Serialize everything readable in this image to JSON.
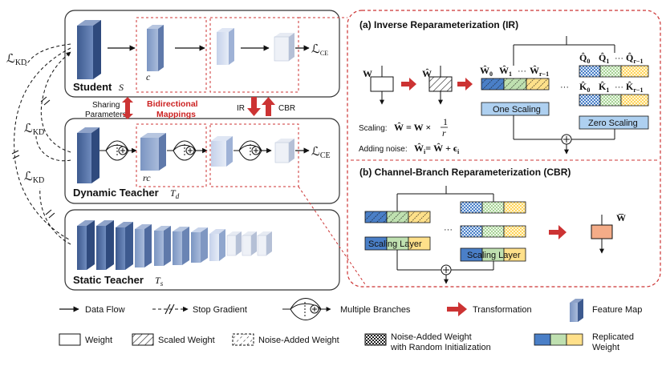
{
  "colors": {
    "feature_dark": "#4f6a9f",
    "feature_mid": "#8fa7cc",
    "feature_light": "#d6def0",
    "red_accent": "#cc3333",
    "blue_block": "#4a7fc7",
    "green_block": "#bfe0b0",
    "yellow_block": "#ffe08a",
    "orange_weight": "#f4ac88"
  },
  "student": {
    "title": "Student",
    "var": "S",
    "c_label": "c",
    "loss_ce": "ℒ",
    "loss_ce_sub": "CE"
  },
  "dynamic": {
    "title": "Dynamic Teacher",
    "var": "T",
    "var_sub": "d",
    "rc_label": "rc",
    "loss_ce": "ℒ",
    "loss_ce_sub": "CE"
  },
  "static": {
    "title": "Static Teacher",
    "var": "T",
    "var_sub": "s"
  },
  "middle": {
    "sharing_1": "Sharing",
    "sharing_2": "Parameters",
    "bidirectional_1": "Bidirectional",
    "bidirectional_2": "Mappings",
    "ir": "IR",
    "cbr": "CBR"
  },
  "losses": {
    "kd_top": "ℒ",
    "kd_mid": "ℒ",
    "kd_bot": "ℒ",
    "kd_sub": "KD",
    "kd_bot_sub": "KD"
  },
  "panel_a": {
    "title": "(a) Inverse Reparameterization (IR)",
    "w": "W",
    "w_hat": "Ŵ",
    "w0": "Ŵ",
    "w1": "Ŵ",
    "wr": "Ŵ",
    "dots": "···",
    "q0": "Q̂",
    "q1": "Q̂",
    "qr": "Q̂",
    "k0": "K̂",
    "k1": "K̂",
    "kr": "K̂",
    "one_scaling": "One Scaling",
    "zero_scaling": "Zero Scaling",
    "scaling_label": "Scaling:",
    "scaling_eq": "Ŵ = W ×",
    "scaling_num": "1",
    "scaling_den": "r",
    "noise_label": "Adding noise:",
    "noise_eq": "Ŵ",
    "noise_eq2": "= Ŵ + ϵ",
    "sub_0": "0",
    "sub_1": "1",
    "sub_r": "r−1",
    "sub_i": "i"
  },
  "panel_b": {
    "title": "(b) Channel-Branch Reparameterization (CBR)",
    "scaling_layer_1": "Scaling Layer",
    "scaling_layer_2": "Scaling Layer",
    "dots": "···",
    "w_bar": "W̅"
  },
  "legend": {
    "data_flow": "Data Flow",
    "stop_gradient": "Stop Gradient",
    "multiple_branches": "Multiple Branches",
    "transformation": "Transformation",
    "feature_map": "Feature Map",
    "weight": "Weight",
    "scaled_weight": "Scaled Weight",
    "noise_weight": "Noise-Added Weight",
    "noise_random_1": "Noise-Added Weight",
    "noise_random_2": "with Random Initialization",
    "replicated_1": "Replicated",
    "replicated_2": "Weight"
  }
}
